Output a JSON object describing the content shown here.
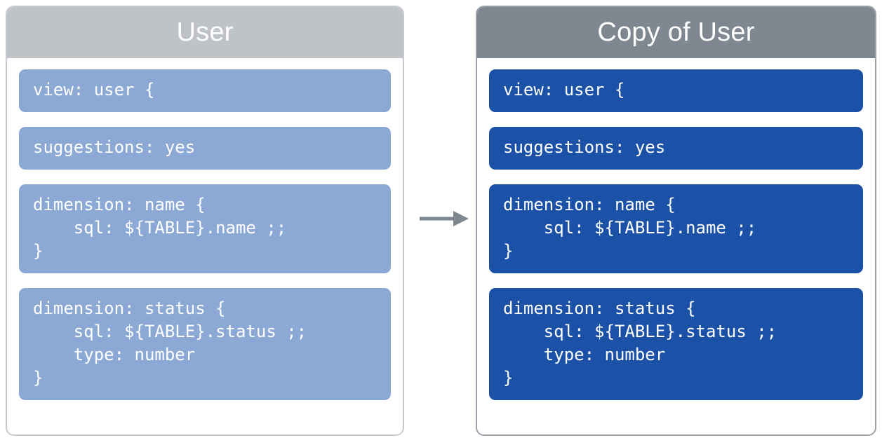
{
  "diagram": {
    "arrow_icon": "arrow-right-icon",
    "arrow_color": "#7f8791"
  },
  "cards": [
    {
      "id": "user",
      "title": "User",
      "header_color": "#bfc3c7",
      "block_color": "#8ba9d4",
      "blocks": [
        "view: user {",
        "suggestions: yes",
        "dimension: name {\n    sql: ${TABLE}.name ;;\n}",
        "dimension: status {\n    sql: ${TABLE}.status ;;\n    type: number\n}"
      ]
    },
    {
      "id": "copy-of-user",
      "title": "Copy of User",
      "header_color": "#7f8791",
      "block_color": "#1b52a8",
      "blocks": [
        "view: user {",
        "suggestions: yes",
        "dimension: name {\n    sql: ${TABLE}.name ;;\n}",
        "dimension: status {\n    sql: ${TABLE}.status ;;\n    type: number\n}"
      ]
    }
  ]
}
